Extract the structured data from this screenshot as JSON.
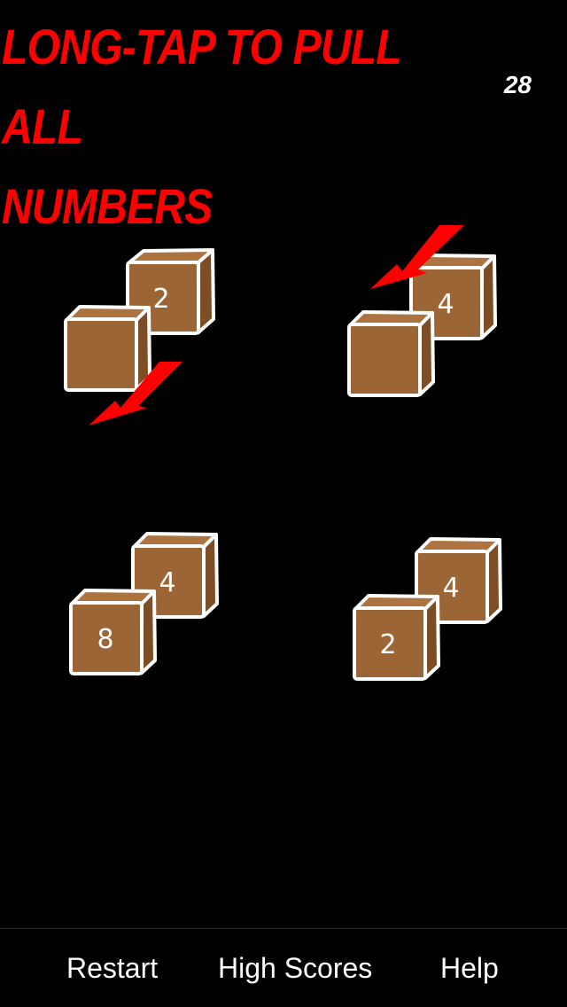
{
  "header": {
    "instruction_line1": "LONG-TAP TO PULL ALL",
    "instruction_line2": "NUMBERS",
    "score": "28"
  },
  "colors": {
    "tile_fill": "#9b6535",
    "tile_stroke": "#ffffff",
    "arrow": "#ff0000",
    "instruction": "#ff0000",
    "background": "#000000"
  },
  "pairs": [
    {
      "back_number": "2",
      "front_number": "",
      "arrow_icon": "pull-down-left-arrow-icon"
    },
    {
      "back_number": "4",
      "front_number": "",
      "arrow_icon": "pull-down-left-arrow-icon"
    },
    {
      "back_number": "4",
      "front_number": "8",
      "arrow_icon": ""
    },
    {
      "back_number": "4",
      "front_number": "2",
      "arrow_icon": ""
    }
  ],
  "toolbar": {
    "restart_label": "Restart",
    "high_scores_label": "High Scores",
    "help_label": "Help"
  }
}
